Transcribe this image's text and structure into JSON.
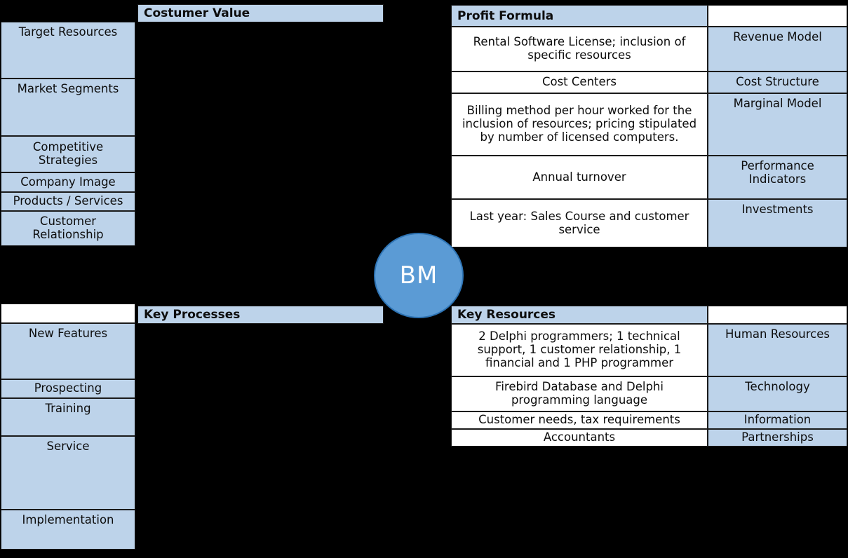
{
  "diagram": {
    "center_label": "BM",
    "colors": {
      "panel_fill": "#bdd3ea",
      "circle_fill": "#5b9bd5",
      "circle_stroke": "#2e74b5",
      "background": "#000000",
      "cell_white": "#ffffff",
      "border": "#1a1a1a"
    }
  },
  "quadrants": {
    "customer_value": {
      "title": "Costumer Value",
      "labels": [
        "Target Resources",
        "Market Segments",
        "Competitive Strategies",
        "Company Image",
        "Products / Services",
        "Customer Relationship"
      ]
    },
    "profit_formula": {
      "title": "Profit Formula",
      "rows": [
        {
          "content": "Rental Software License; inclusion of specific resources",
          "label": "Revenue Model"
        },
        {
          "content": "Cost Centers",
          "label": "Cost Structure"
        },
        {
          "content": "Billing method per hour worked for the inclusion of resources; pricing stipulated by number of licensed computers.",
          "label": "Marginal Model"
        },
        {
          "content": "Annual turnover",
          "label": "Performance Indicators"
        },
        {
          "content": "Last year: Sales Course and customer service",
          "label": "Investments"
        }
      ]
    },
    "key_processes": {
      "title": "Key Processes",
      "labels": [
        "New Features",
        "Prospecting",
        "Training",
        "Service",
        "Implementation"
      ]
    },
    "key_resources": {
      "title": "Key Resources",
      "rows": [
        {
          "content": "2 Delphi programmers; 1 technical support, 1 customer relationship, 1 financial and 1 PHP programmer",
          "label": "Human Resources"
        },
        {
          "content": "Firebird Database and Delphi programming language",
          "label": "Technology"
        },
        {
          "content": "Customer needs, tax requirements",
          "label": "Information"
        },
        {
          "content": "Accountants",
          "label": "Partnerships"
        }
      ]
    }
  }
}
